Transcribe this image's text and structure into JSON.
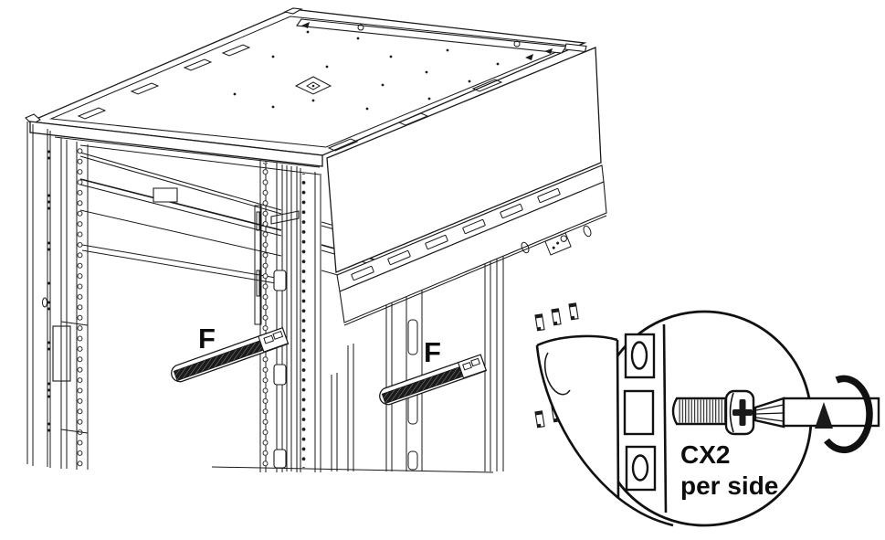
{
  "diagram": {
    "labels": {
      "rail_left": "F",
      "rail_right": "F"
    },
    "callout": {
      "line1": "CX2",
      "line2": "per side"
    },
    "colors": {
      "background": "#ffffff",
      "line": "#1a1a1a",
      "rail_hatch": "#1b1b1b"
    },
    "icons": [
      "screw-icon",
      "screwdriver-bit-icon",
      "screwdriver-shaft",
      "rotation-arrow-icon",
      "magnifier-callout-icon"
    ]
  }
}
